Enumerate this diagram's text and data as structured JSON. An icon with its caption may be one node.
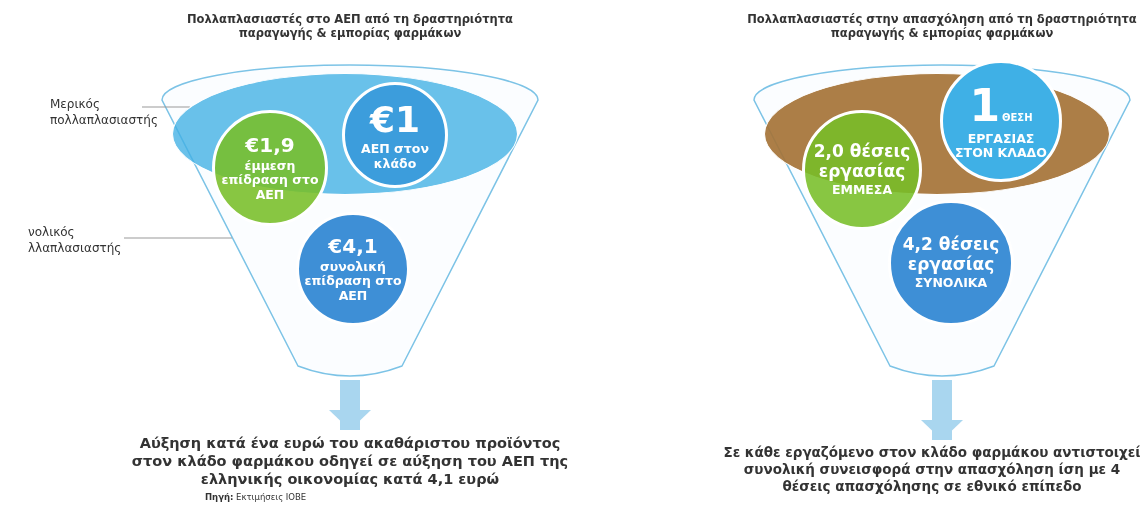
{
  "diagram": {
    "nodes": [
      {
        "text": [
          "Πολλαπλασιαστές στο ΑΕΠ από τη δραστηριότητα παραγωγής & εμπορίας φαρμάκων"
        ]
      },
      {
        "text": [],
        "shape": "ellipse",
        "in": 0
      },
      {
        "text": [
          "€1",
          "ΑΕΠ στον κλάδο"
        ],
        "in": 1
      },
      {
        "text": [
          "€1,9",
          "έμμεση επίδραση στο ΑΕΠ"
        ],
        "in": 0
      },
      {
        "text": [
          "€4,1",
          "συνολική επίδραση στο ΑΕΠ"
        ],
        "in": 0
      },
      {
        "text": [
          "Μερικός πολλαπλασιαστής"
        ]
      },
      {
        "text": [
          "νολικός λλαπλασιαστής"
        ]
      },
      {
        "text": [
          "Αύξηση κατά ένα ευρώ του ακαθάριστου προϊόντος στον κλάδο φαρμάκου οδηγεί σε αύξηση του ΑΕΠ της ελληνικής οικονομίας κατά 4,1 ευρώ"
        ]
      },
      {
        "text": [
          "Πολλαπλασιαστές στην απασχόληση από τη δραστηριότητα παραγωγής & εμπορίας φαρμάκων"
        ]
      },
      {
        "text": [],
        "shape": "ellipse",
        "in": 8
      },
      {
        "text": [
          "1",
          "ΘΕΣΗ",
          "ΕΡΓΑΣΙΑΣ ΣΤΟΝ ΚΛΑΔΟ"
        ],
        "in": 8
      },
      {
        "text": [
          "2,0 θέσεις εργασίας",
          "ΕΜΜΕΣΑ"
        ],
        "in": 8
      },
      {
        "text": [
          "4,2 θέσεις εργασίας",
          "ΣΥΝΟΛΙΚΑ"
        ],
        "in": 8
      },
      {
        "text": [
          "Σε κάθε εργαζόμενο στον κλάδο φαρμάκου αντιστοιχεί συνολική συνεισφορά στην απασχόληση ίση με  4 θέσεις απασχόλησης σε εθνικό επίπεδο"
        ]
      }
    ],
    "edges": [
      {
        "from": 5,
        "to": 1,
        "arrow": "none"
      },
      {
        "from": 6,
        "to": 0,
        "arrow": "none"
      },
      {
        "from": 0,
        "to": 7,
        "arrow": "to",
        "style": "thick"
      },
      {
        "from": 8,
        "to": 13,
        "arrow": "to",
        "style": "thick"
      }
    ],
    "labels": [
      "**Πηγή:** Εκτιμήσεις ΙΟΒΕ"
    ]
  }
}
